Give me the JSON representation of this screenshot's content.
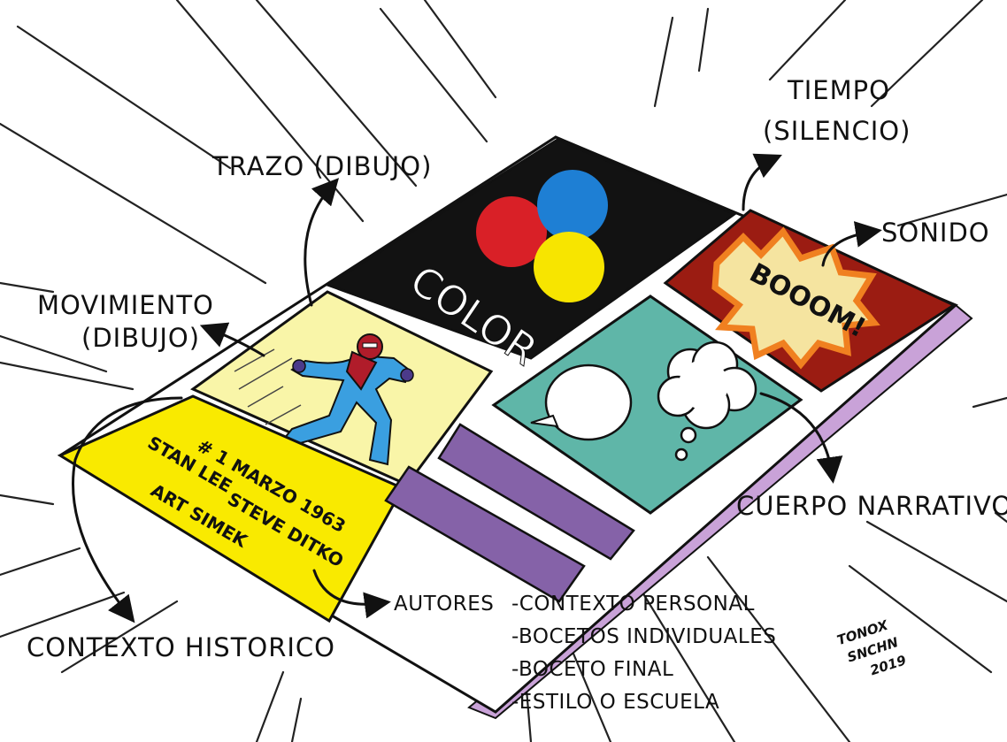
{
  "labels": {
    "trazo": "TRAZO (DIBUJO)",
    "tiempo_line1": "TIEMPO",
    "tiempo_line2": "(SILENCIO)",
    "sonido": "SONIDO",
    "movimiento_line1": "MOVIMIENTO",
    "movimiento_line2": "(DIBUJO)",
    "cuerpo": "CUERPO NARRATIVO",
    "contexto": "CONTEXTO HISTORICO",
    "autores": "AUTORES"
  },
  "autores_list": [
    "-CONTEXTO PERSONAL",
    "-BOCETOS INDIVIDUALES",
    "-BOCETO FINAL",
    "-ESTILO O ESCUELA"
  ],
  "comic": {
    "color_panel_text": "COLOR",
    "sound_effect": "BOOOM!",
    "cover_line1": "# 1 MARZO 1963",
    "cover_line2": "STAN LEE",
    "cover_line3": "STEVE DITKO",
    "cover_line4": "ART SIMEK"
  },
  "signature": {
    "line1": "TONOX",
    "line2": "SNCHN",
    "line3": "2019"
  },
  "colors": {
    "black_panel": "#121212",
    "red_circle": "#d92027",
    "blue_circle": "#1e7fd4",
    "yellow_circle": "#f7e500",
    "cover_yellow": "#f9ea00",
    "hero_panel": "#f9f5a8",
    "boom_panel": "#9b1c12",
    "narrative_panel": "#5fb6a8",
    "purple_bars": "#8562a8",
    "page_edge": "#c9a2d8"
  },
  "icons": [
    "arrow-icon",
    "speech-bubble-icon",
    "thought-bubble-icon",
    "superhero-figure",
    "explosion-burst-icon"
  ]
}
